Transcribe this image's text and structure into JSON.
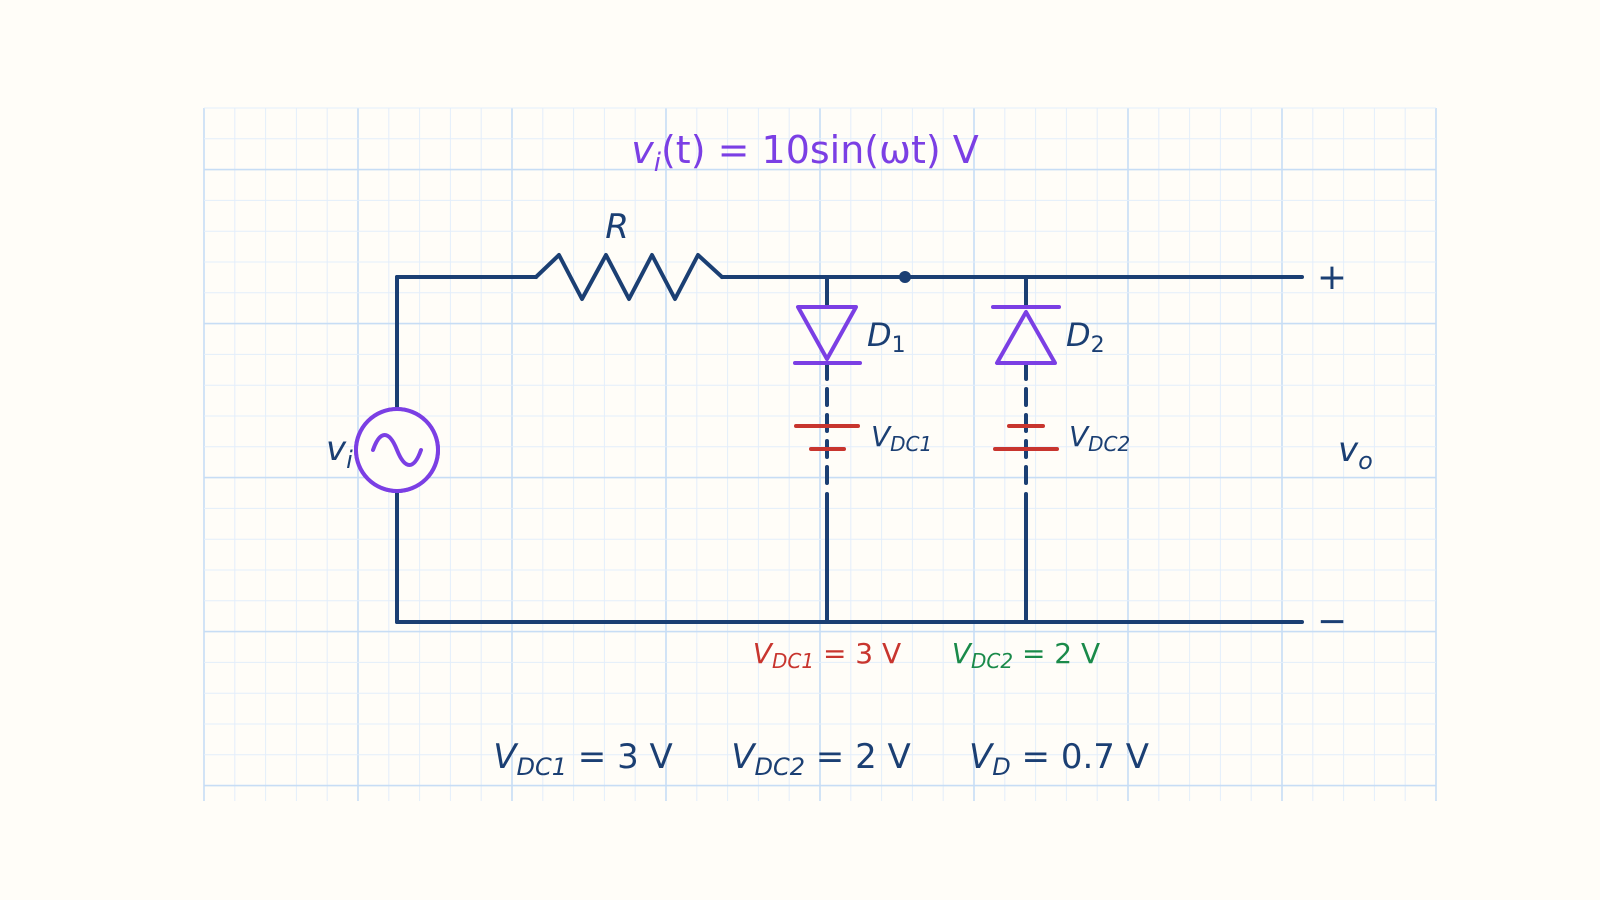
{
  "title": {
    "v": "v",
    "i": "i",
    "rest": "(t) = 10sin(ωt) V"
  },
  "resistor_label": "R",
  "diode1": {
    "main": "D",
    "sub": "1"
  },
  "diode2": {
    "main": "D",
    "sub": "2"
  },
  "battery1": {
    "main": "V",
    "sub": "DC1"
  },
  "battery2": {
    "main": "V",
    "sub": "DC2"
  },
  "source_label": {
    "main": "v",
    "sub": "i"
  },
  "output_label": {
    "main": "v",
    "sub": "o"
  },
  "terminal_plus": "+",
  "terminal_minus": "−",
  "annot1": {
    "main": "V",
    "sub": "DC1",
    "rest": " = 3 V"
  },
  "annot2": {
    "main": "V",
    "sub": "DC2",
    "rest": " = 2 V"
  },
  "footer": [
    {
      "main": "V",
      "sub": "DC1",
      "rest": " = 3 V"
    },
    {
      "main": "V",
      "sub": "DC2",
      "rest": " = 2 V"
    },
    {
      "main": "V",
      "sub": "D",
      "rest": " = 0.7 V"
    }
  ],
  "colors": {
    "wire": "#1b3f73",
    "diode": "#7b3fe4",
    "battery": "#c8352e",
    "annot_vdc1": "#c8352e",
    "annot_vdc2": "#1a8a4a",
    "grid_minor": "#e3eefb",
    "grid_major": "#c7ddf5",
    "background": "#fffdf8"
  }
}
